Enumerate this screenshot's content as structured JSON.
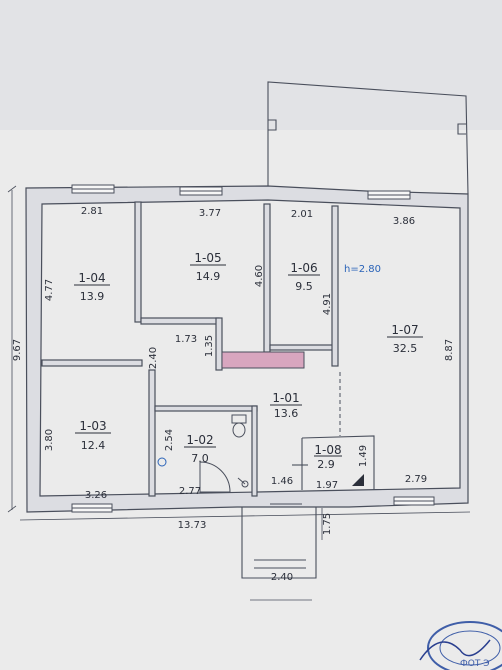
{
  "plan": {
    "ceiling_height": "h=2.80",
    "stamp_fragment": "ФОТ Э",
    "rooms": [
      {
        "id": "1-01",
        "area": "13.6"
      },
      {
        "id": "1-02",
        "area": "7.0"
      },
      {
        "id": "1-03",
        "area": "12.4"
      },
      {
        "id": "1-04",
        "area": "13.9"
      },
      {
        "id": "1-05",
        "area": "14.9"
      },
      {
        "id": "1-06",
        "area": "9.5"
      },
      {
        "id": "1-07",
        "area": "32.5"
      },
      {
        "id": "1-08",
        "area": "2.9"
      }
    ],
    "dims": {
      "top_r4": "2.81",
      "top_r5": "3.77",
      "top_r6": "2.01",
      "top_r7": "3.86",
      "left_total": "9.67",
      "left_r4": "4.77",
      "left_r3": "3.80",
      "r5_right": "4.60",
      "r6_right": "4.91",
      "r7_right": "8.87",
      "hall_left": "2.40",
      "hall_top": "1.73",
      "hall_vert": "1.35",
      "bath_left": "2.54",
      "bath_bottom": "2.77",
      "r3_bottom": "3.26",
      "door_width": "1.46",
      "r8_bottom": "1.97",
      "r8_right": "1.49",
      "r7_bottom": "2.79",
      "total_width": "13.73",
      "porch_depth": "1.75",
      "porch_width": "2.40"
    }
  }
}
